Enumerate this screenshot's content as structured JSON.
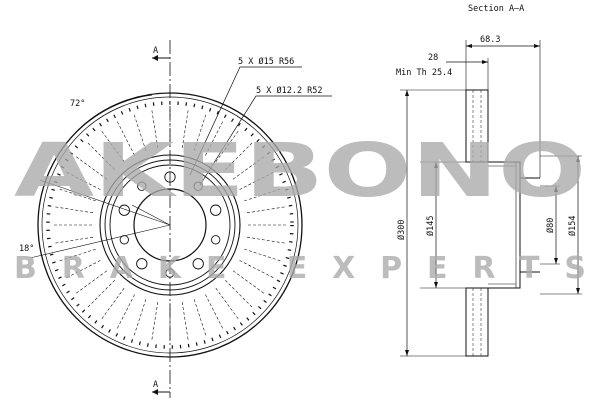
{
  "drawing": {
    "section_title": "Section A–A",
    "section_marker": "A",
    "hole_callout_1": "5 X Ø15 R56",
    "hole_callout_2": "5 X Ø12.2 R52",
    "angle_1": "72°",
    "angle_2": "18°",
    "dim_total_height": "68.3",
    "dim_thickness": "28",
    "dim_min_thickness": "Min Th 25.4",
    "dim_outer_diameter": "Ø300",
    "dim_hat_diameter": "Ø145",
    "dim_center_bore": "Ø80",
    "dim_bolt_circle": "Ø154"
  },
  "watermark": {
    "brand": "AKEBONO",
    "tagline": "BRAKE EXPERTS",
    "color": "#a9a9a9"
  },
  "colors": {
    "line": "#111111",
    "background": "#ffffff"
  }
}
